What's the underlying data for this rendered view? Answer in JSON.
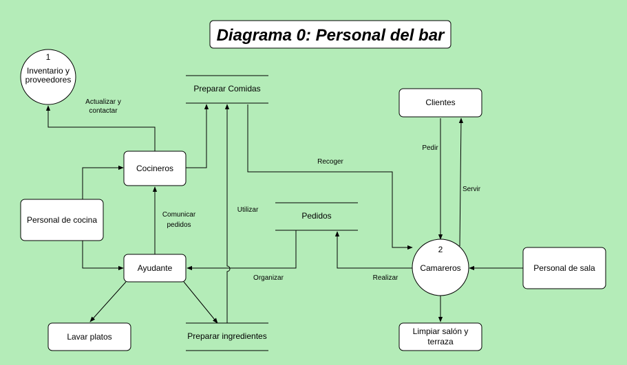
{
  "title": "Diagrama 0: Personal del bar",
  "processes": {
    "inventario": {
      "number": "1",
      "line1": "Inventario y",
      "line2": "proveedores"
    },
    "camareros": {
      "number": "2",
      "label": "Camareros"
    }
  },
  "entities": {
    "cocineros": "Cocineros",
    "personal_cocina": "Personal de cocina",
    "ayudante": "Ayudante",
    "lavar_platos": "Lavar platos",
    "clientes": "Clientes",
    "personal_sala": "Personal de sala",
    "limpiar_line1": "Limpiar salón y",
    "limpiar_line2": "terraza"
  },
  "stores": {
    "preparar_comidas": "Preparar Comidas",
    "pedidos": "Pedidos",
    "preparar_ingredientes": "Preparar ingredientes"
  },
  "edge_labels": {
    "actualizar_line1": "Actualizar y",
    "actualizar_line2": "contactar",
    "comunicar_line1": "Comunicar",
    "comunicar_line2": "pedidos",
    "utilizar": "Utilizar",
    "recoger": "Recoger",
    "organizar": "Organizar",
    "realizar": "Realizar",
    "pedir": "Pedir",
    "servir": "Servir"
  }
}
